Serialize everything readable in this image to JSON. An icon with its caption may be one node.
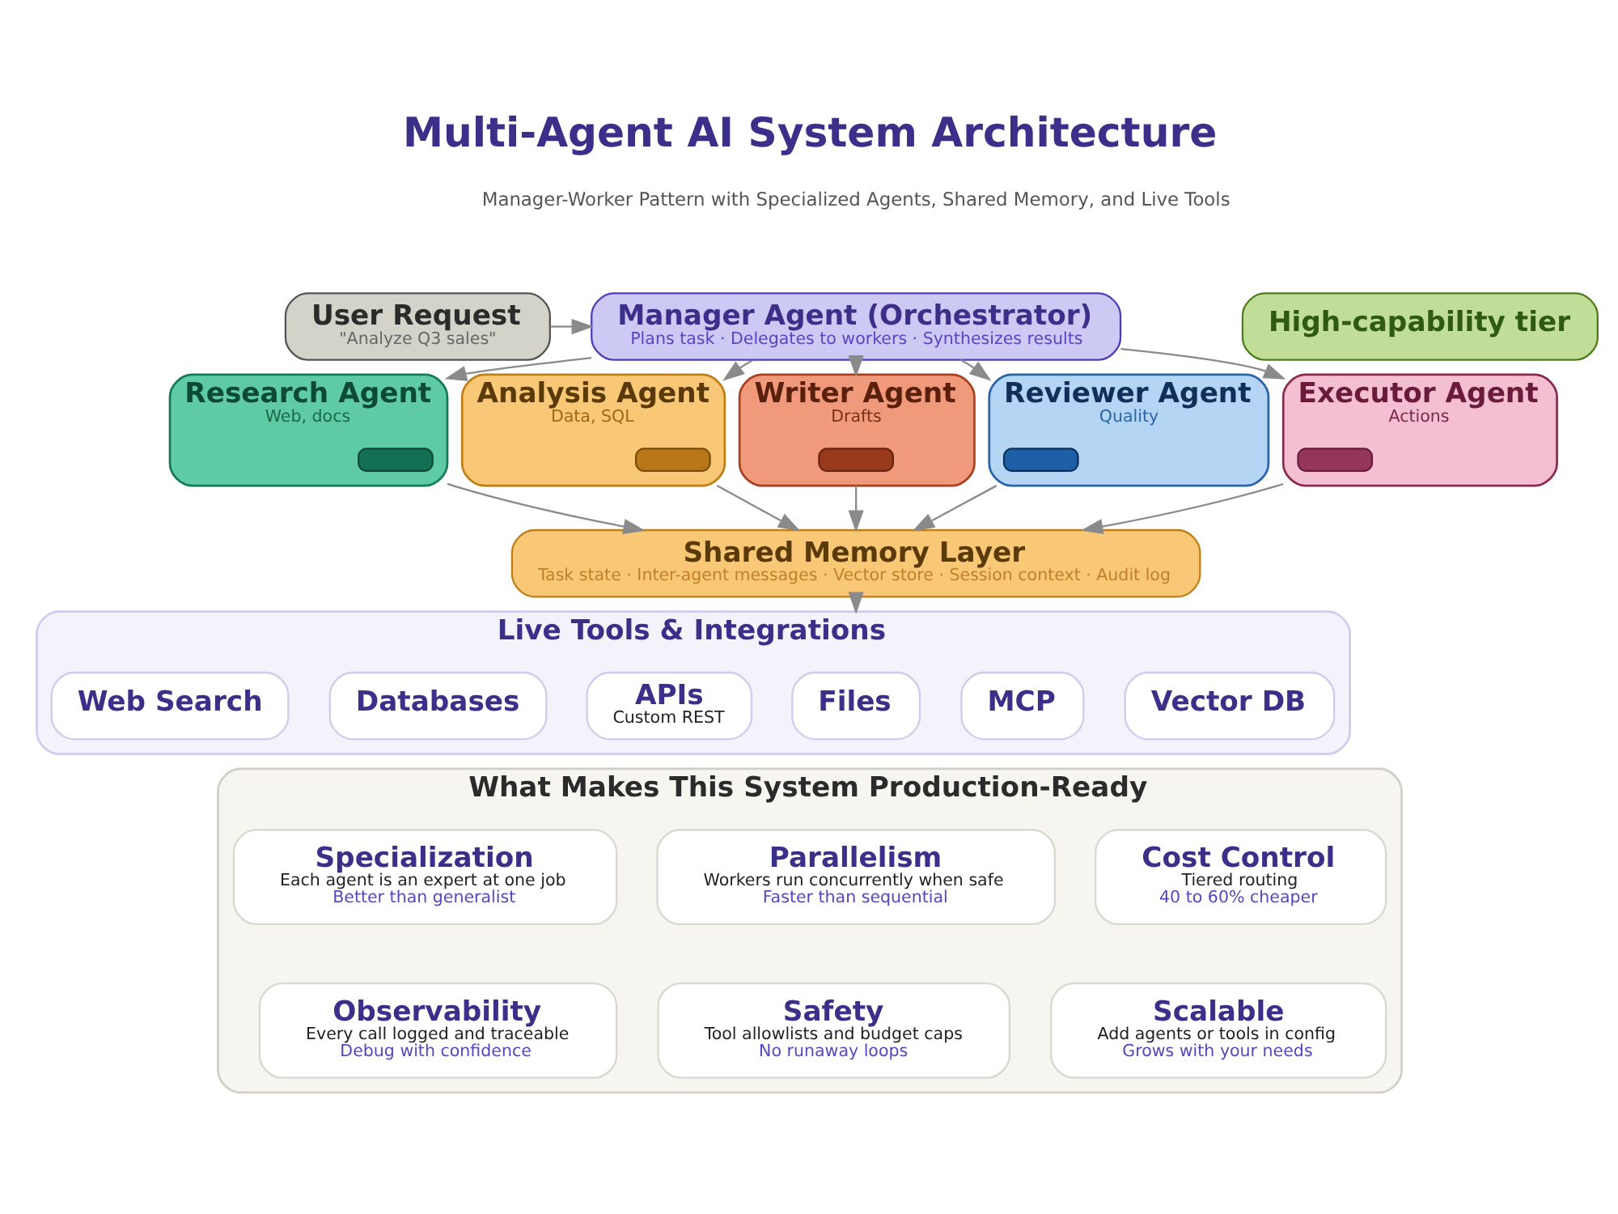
{
  "diagram": {
    "title": "Multi-Agent AI System Architecture",
    "nodes": [
      {
        "text": [
          "User Request",
          "\"Analyze Q3 sales\""
        ]
      },
      {
        "text": [
          "Manager Agent (Orchestrator)",
          "Plans task · Delegates to workers · Synthesizes results"
        ]
      },
      {
        "text": [
          "High-capability tier"
        ]
      },
      {
        "text": [
          "Research Agent",
          "Web, docs"
        ]
      },
      {
        "text": [],
        "shape": "box",
        "in": 3
      },
      {
        "text": [
          "Analysis Agent",
          "Data, SQL"
        ]
      },
      {
        "text": [],
        "shape": "box",
        "in": 5
      },
      {
        "text": [
          "Writer Agent",
          "Drafts"
        ]
      },
      {
        "text": [],
        "shape": "box",
        "in": 7
      },
      {
        "text": [
          "Reviewer Agent",
          "Quality"
        ]
      },
      {
        "text": [],
        "shape": "box",
        "in": 9
      },
      {
        "text": [
          "Executor Agent",
          "Actions"
        ]
      },
      {
        "text": [],
        "shape": "box",
        "in": 11
      },
      {
        "text": [
          "Shared Memory Layer",
          "Task state · Inter-agent messages · Vector store · Session context · Audit log"
        ]
      },
      {
        "text": [
          "Live Tools & Integrations"
        ]
      },
      {
        "text": [
          "Web Search"
        ],
        "in": 14
      },
      {
        "text": [
          "Databases"
        ],
        "in": 14
      },
      {
        "text": [
          "APIs",
          "Custom REST"
        ],
        "in": 14
      },
      {
        "text": [
          "Files"
        ],
        "in": 14
      },
      {
        "text": [
          "MCP"
        ],
        "in": 14
      },
      {
        "text": [
          "Vector DB"
        ],
        "in": 14
      },
      {
        "text": [
          "What Makes This System Production-Ready"
        ]
      },
      {
        "text": [
          "Specialization",
          "Each agent is an expert at one job",
          "Better than generalist"
        ],
        "in": 21
      },
      {
        "text": [
          "Parallelism",
          "Workers run concurrently when safe",
          "Faster than sequential"
        ],
        "in": 21
      },
      {
        "text": [
          "Cost Control",
          "Tiered routing",
          "40 to 60% cheaper"
        ],
        "in": 21
      },
      {
        "text": [
          "Observability",
          "Every call logged and traceable",
          "Debug with confidence"
        ],
        "in": 21
      },
      {
        "text": [
          "Safety",
          "Tool allowlists and budget caps",
          "No runaway loops"
        ],
        "in": 21
      },
      {
        "text": [
          "Scalable",
          "Add agents or tools in config",
          "Grows with your needs"
        ],
        "in": 21
      }
    ],
    "edges": [
      {
        "from": 0,
        "to": 1,
        "arrow": "to"
      },
      {
        "from": 1,
        "to": 3,
        "arrow": "to"
      },
      {
        "from": 1,
        "to": 5,
        "arrow": "to"
      },
      {
        "from": 1,
        "to": 7,
        "arrow": "to"
      },
      {
        "from": 1,
        "to": 9,
        "arrow": "to"
      },
      {
        "from": 1,
        "to": 11,
        "arrow": "to"
      },
      {
        "from": 3,
        "to": 13,
        "arrow": "to"
      },
      {
        "from": 5,
        "to": 13,
        "arrow": "to"
      },
      {
        "from": 7,
        "to": 13,
        "arrow": "to"
      },
      {
        "from": 9,
        "to": 13,
        "arrow": "to"
      },
      {
        "from": 11,
        "to": 13,
        "arrow": "to"
      },
      {
        "from": 13,
        "to": 14,
        "arrow": "to"
      }
    ],
    "labels": [
      "Manager-Worker Pattern with Specialized Agents, Shared Memory, and Live Tools"
    ]
  }
}
